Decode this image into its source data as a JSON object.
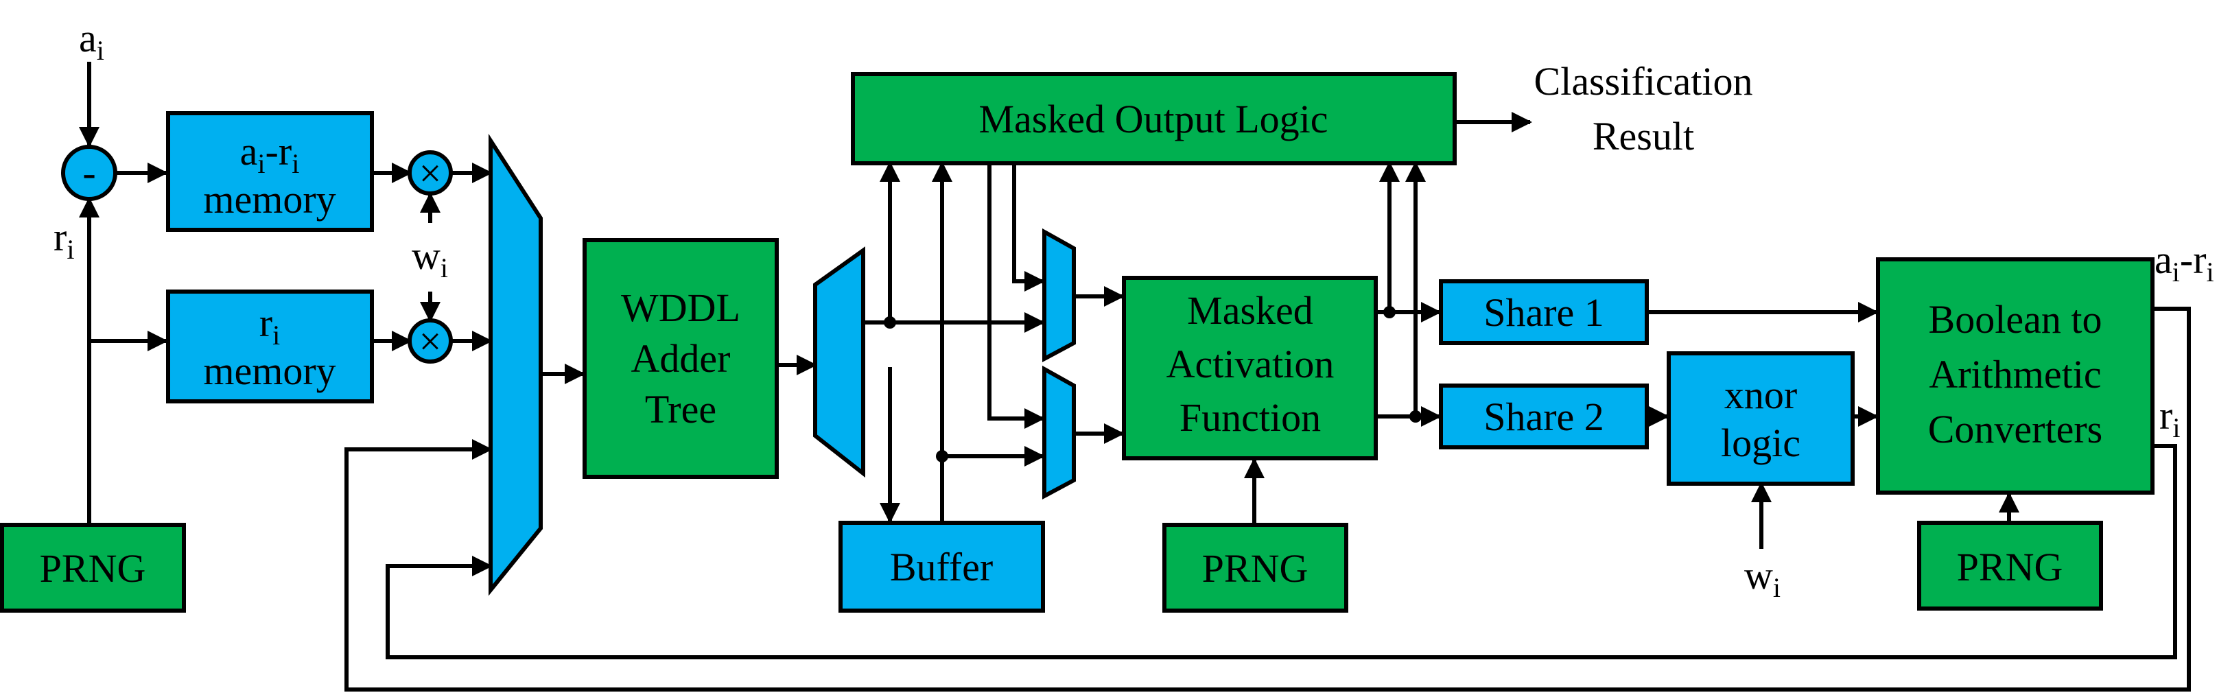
{
  "blocks": {
    "masked_output_logic": "Masked Output Logic",
    "ai_ri_memory": {
      "line1_a": "a",
      "line1_i1": "i",
      "line1_dash": "-r",
      "line1_i2": "i",
      "line2": "memory"
    },
    "ri_memory": {
      "line1": "r",
      "line1_sub": "i",
      "line2": "memory"
    },
    "wddl_adder_tree": [
      "WDDL",
      "Adder",
      "Tree"
    ],
    "masked_activation_function": [
      "Masked",
      "Activation",
      "Function"
    ],
    "share1": "Share 1",
    "share2": "Share 2",
    "xnor_logic": [
      "xnor",
      "logic"
    ],
    "boolean_to_arithmetic": [
      "Boolean to",
      "Arithmetic",
      "Converters"
    ],
    "buffer": "Buffer",
    "prng": "PRNG",
    "subtractor_symbol": "-",
    "multiplier_symbol": "×"
  },
  "signals": {
    "a": "a",
    "r": "r",
    "w": "w",
    "i": "i",
    "out_a": "a",
    "out_dash_r": "-r",
    "out_r": "r"
  },
  "output": [
    "Classification",
    "Result"
  ],
  "colors": {
    "green": "#00b050",
    "blue": "#00b0f0"
  }
}
